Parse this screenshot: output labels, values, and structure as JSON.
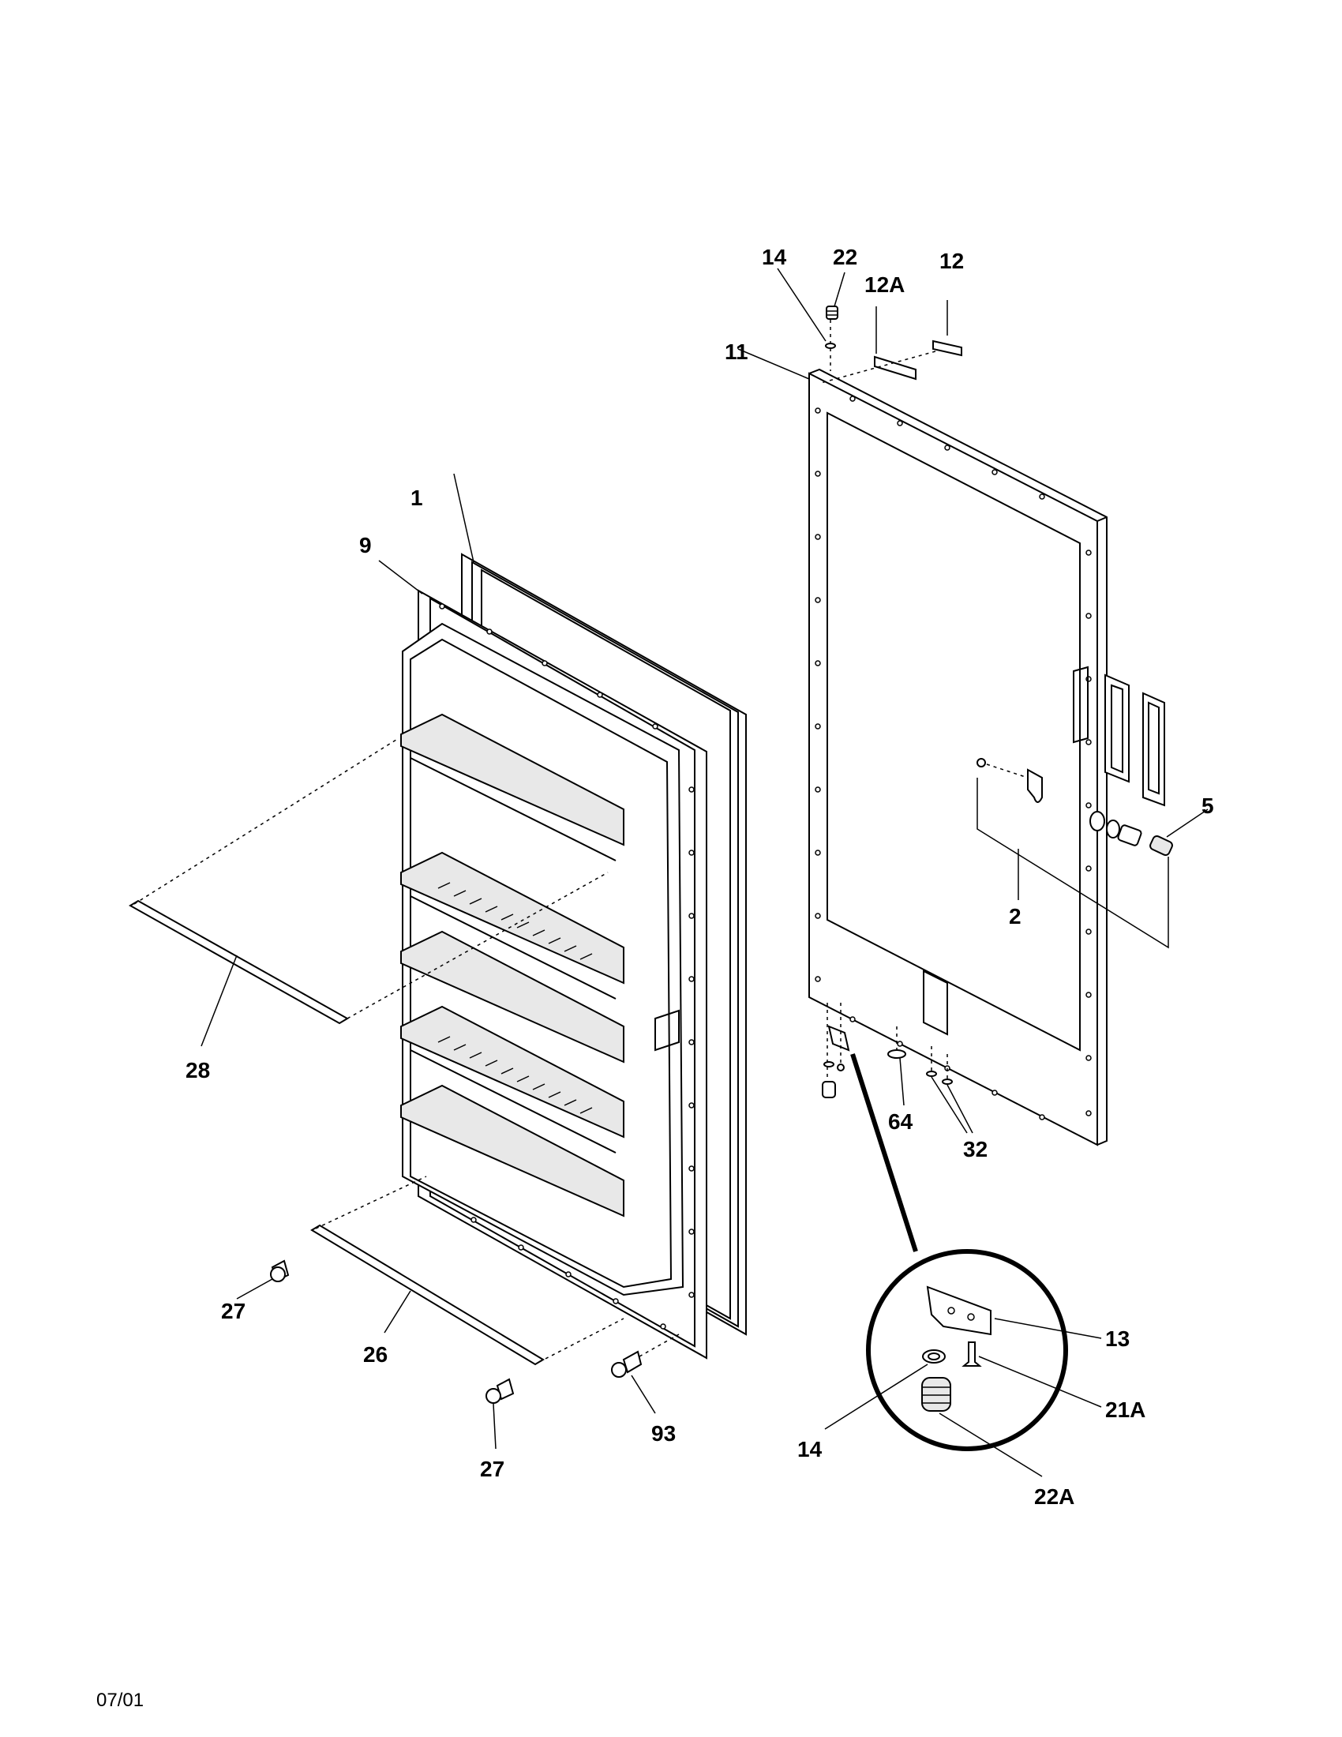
{
  "callouts": {
    "c1": "1",
    "c9": "9",
    "c28": "28",
    "c27a": "27",
    "c26": "26",
    "c27b": "27",
    "c93": "93",
    "c14top": "14",
    "c22": "22",
    "c12A": "12A",
    "c12": "12",
    "c11": "11",
    "c5": "5",
    "c2": "2",
    "c64": "64",
    "c32": "32",
    "c13": "13",
    "c21A": "21A",
    "c14bottom": "14",
    "c22A": "22A"
  },
  "footer": {
    "date": "07/01"
  }
}
